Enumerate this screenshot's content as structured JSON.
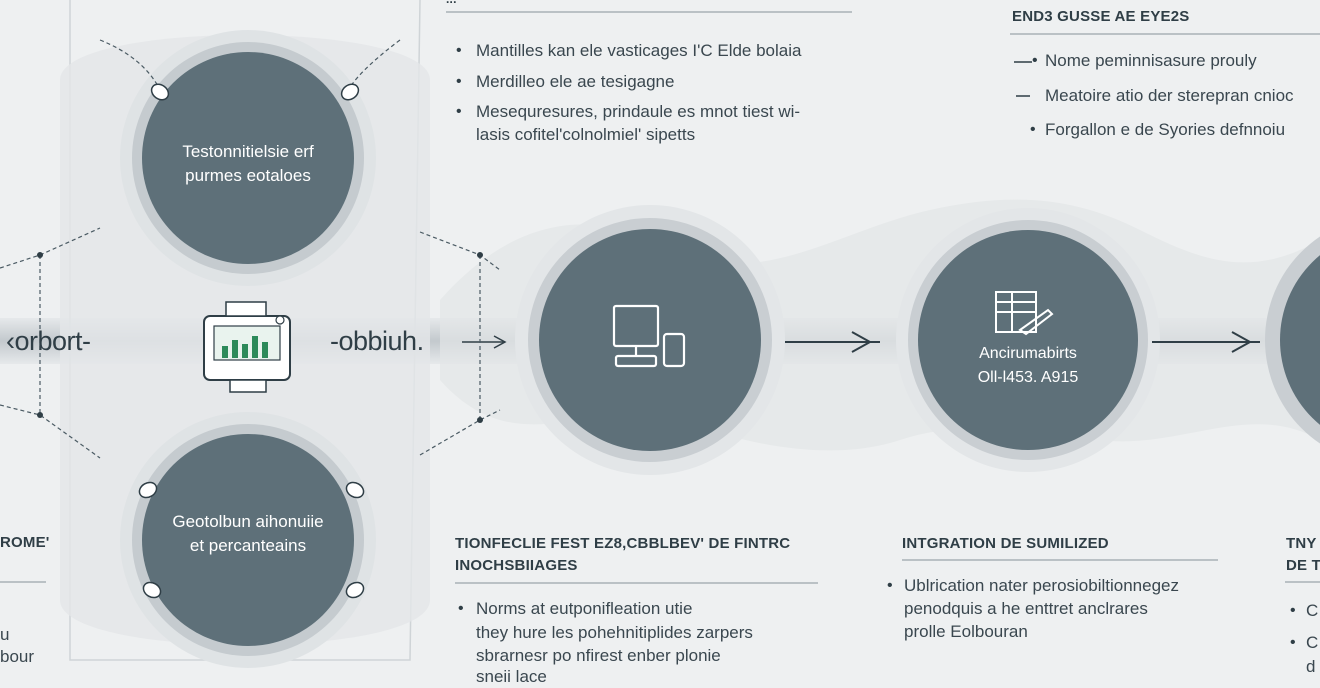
{
  "colors": {
    "circle": "#5e7079",
    "ring": "#d5d9dc",
    "band": "#c9ced2",
    "text": "#2f3e46",
    "accent": "#2d8a5a"
  },
  "top_left_block": {
    "header": "...",
    "bullets": [
      "Mantilles kan ele vasticages I'C Elde bolaia",
      "Merdilleo ele ae tesigagne",
      "Mesequresures, prindaule es mnot tiest wi-"
    ],
    "continuation": "lasis cofitel'colnolmiel' sipetts"
  },
  "top_right_block": {
    "header": "END3 GUSSE AE EYE2S",
    "bullets": [
      "Nome peminnisasure prouly",
      "Meatoire atio der sterepran cnioc",
      "Forgallon e de Syories defnnoiu"
    ]
  },
  "circles": {
    "top": {
      "label_1": "Testonnitielsie erf",
      "label_2": "purmes eotaloes"
    },
    "bottom": {
      "label_1": "Geotolbun aihonuiie",
      "label_2": "et percanteains"
    },
    "middle": {
      "icon": "devices-icon"
    },
    "right": {
      "icon": "document-edit-icon",
      "label_1": "Ancirumabirts",
      "label_2": "Oll-l453. A915"
    }
  },
  "flow": {
    "left_word": "‹orbort-",
    "right_word": "-obbiuh."
  },
  "left_edge": {
    "header": "ROME'",
    "line_1": "u",
    "line_2": "bour"
  },
  "bottom_middle_block": {
    "header_1": "TIONFECLIE FEST EZ8,CBBLBEV' DE FINTRC",
    "header_2": "INOCHSBIIAGES",
    "bullet": "Norms at eutponifleation utie",
    "line_2": "they hure les pohehnitiplides zarpers",
    "line_3": "sbrarnesr po nfirest enber plonie",
    "line_4": "sneii lace"
  },
  "bottom_right_block": {
    "header": "INTGRATION DE SUMILIZED",
    "bullet": "Ublrication nater perosiobiltionnegez",
    "line_2": "penodquis a he enttret anclrares",
    "line_3": "prolle Eolbouran"
  },
  "far_right_block": {
    "header_1": "TNY",
    "header_2": "DE T",
    "b1": "C",
    "b2": "C",
    "b3": "d"
  }
}
